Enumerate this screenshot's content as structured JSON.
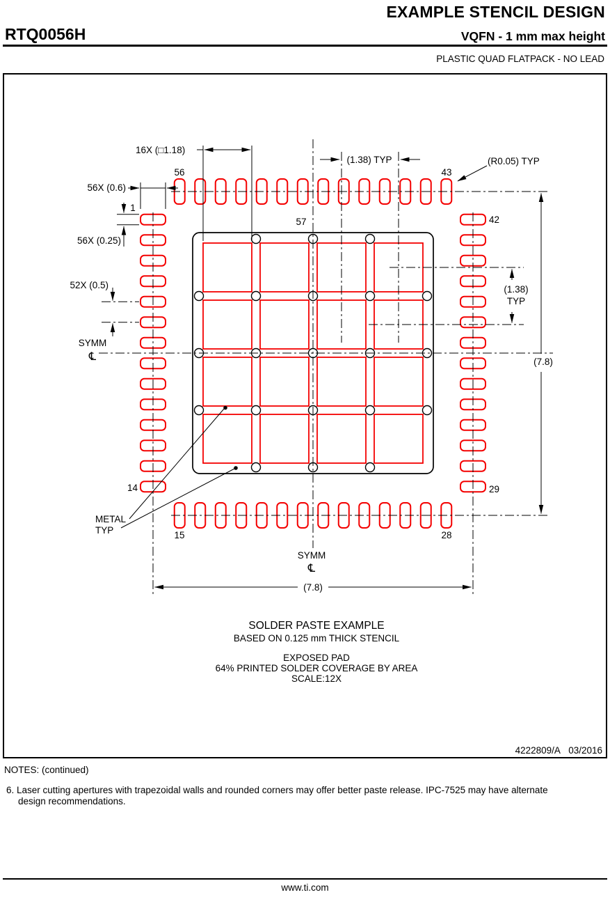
{
  "page": {
    "title": "EXAMPLE STENCIL DESIGN",
    "part_number": "RTQ0056H",
    "package_type": "VQFN - 1 mm max height",
    "package_desc": "PLASTIC QUAD FLATPACK - NO LEAD",
    "doc_number": "4222809/A   03/2016",
    "footer_url": "www.ti.com"
  },
  "notes": {
    "heading": "NOTES: (continued)",
    "note6_line1": "6. Laser cutting apertures with trapezoidal walls and rounded corners may offer better paste release. IPC-7525 may have alternate",
    "note6_line2": "design recommendations."
  },
  "drawing": {
    "labels": {
      "dim_16x": "16X (□1.18)",
      "dim_138_top": "(1.38) TYP",
      "radius_typ": "(R0.05) TYP",
      "dim_56x_06": "56X (0.6)",
      "dim_56x_025": "56X (0.25)",
      "dim_52x_05": "52X (0.5)",
      "symm": "SYMM",
      "centerline_symbol": "℄",
      "dim_138_right_line1": "(1.38)",
      "dim_138_right_line2": "TYP",
      "dim_78": "(7.8)",
      "metal_line1": "METAL",
      "metal_line2": "TYP",
      "pins": {
        "n1": "1",
        "n14": "14",
        "n15": "15",
        "n28": "28",
        "n29": "29",
        "n42": "42",
        "n43": "43",
        "n56": "56",
        "n57": "57"
      }
    },
    "caption": {
      "line1": "SOLDER PASTE EXAMPLE",
      "line2": "BASED ON 0.125 mm THICK STENCIL",
      "line3": "EXPOSED PAD",
      "line4": "64% PRINTED SOLDER COVERAGE BY AREA",
      "line5": "SCALE:12X"
    },
    "colors": {
      "pad_red": "#f40000",
      "line_black": "#000000"
    }
  }
}
